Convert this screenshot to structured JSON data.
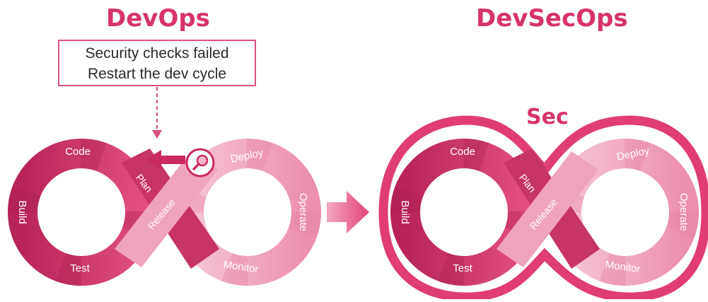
{
  "titles": {
    "devops": "DevOps",
    "devsecops": "DevSecOps",
    "sec": "Sec"
  },
  "note": {
    "line1": "Security checks failed",
    "line2": "Restart the dev cycle"
  },
  "stages": {
    "code": "Code",
    "plan": "Plan",
    "build": "Build",
    "test": "Test",
    "release": "Release",
    "deploy": "Deploy",
    "operate": "Operate",
    "monitor": "Monitor"
  },
  "icons": {
    "inspect": "magnifier-icon",
    "transition": "right-arrow-icon"
  },
  "colors": {
    "title": "#d6336b",
    "dark": "#c42a5e",
    "light": "#f3b3c9",
    "border": "#d94f7d"
  }
}
